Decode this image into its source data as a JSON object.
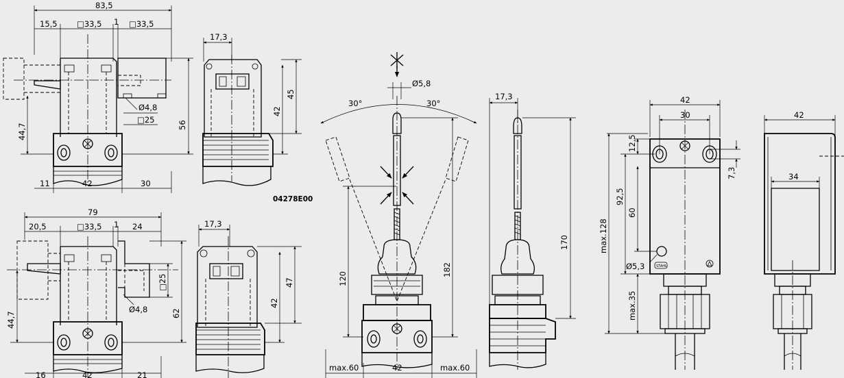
{
  "drawing_code": "04278E00",
  "views": {
    "top_left": {
      "overall": "83,5",
      "left": "15,5",
      "mid1": "□33,5",
      "gap": "1",
      "mid2": "□33,5",
      "h_left": "44,7",
      "h_total": "56",
      "dia": "Ø4,8",
      "sq": "□25",
      "b_left": "11",
      "b_mid": "42",
      "b_right": "30"
    },
    "side_top": {
      "w": "17,3",
      "h1": "45",
      "h2": "42"
    },
    "bottom_left": {
      "overall": "79",
      "left": "20,5",
      "mid": "□33,5",
      "gap": "1",
      "right": "24",
      "sq": "□25",
      "dia": "Ø4,8",
      "h_left": "44,7",
      "h_total": "62",
      "b_left": "16",
      "b_mid": "42",
      "b_right": "21"
    },
    "side_bottom": {
      "w": "17,3",
      "h1": "47",
      "h2": "42"
    },
    "actuator_front": {
      "rod_dia": "Ø5,8",
      "angle_l": "30°",
      "angle_r": "30°",
      "h1": "120",
      "h2": "182",
      "b_left": "max.60",
      "b_mid": "42",
      "b_right": "max.60"
    },
    "actuator_side": {
      "w": "17,3",
      "h": "170"
    },
    "front_right": {
      "w_outer": "42",
      "w_inner": "30",
      "h_a": "12,5",
      "h_b": "92,5",
      "h_c": "60",
      "h_max": "max.128",
      "h_gland": "max.35",
      "hole": "Ø5,3",
      "right_h": "7,3",
      "brand": "STAHL"
    },
    "side_right": {
      "w_outer": "42",
      "w_inner": "34"
    }
  }
}
